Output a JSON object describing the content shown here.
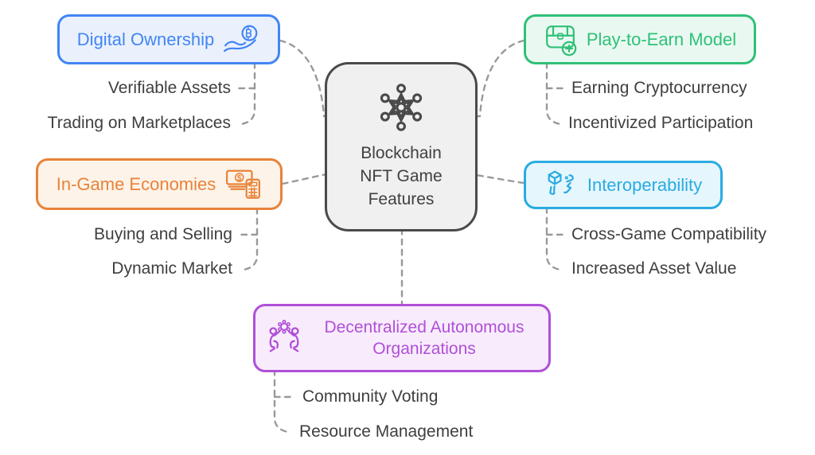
{
  "style": {
    "connector_color": "#999999",
    "center_border": "#4A4A4A",
    "center_fill": "#F0F0F0",
    "subtopic_text_color": "#3F3F3F"
  },
  "center": {
    "icon": "network-hub-icon",
    "lines": [
      "Blockchain",
      "NFT Game",
      "Features"
    ]
  },
  "branches": [
    {
      "label": "Digital Ownership",
      "icon": "hand-coin-icon",
      "color": "#4285F4",
      "fill": "#EAF1FD",
      "children": [
        "Verifiable Assets",
        "Trading on Marketplaces"
      ]
    },
    {
      "label": "Play-to-Earn Model",
      "icon": "chest-plus-icon",
      "color": "#30C078",
      "fill": "#E9F9F1",
      "children": [
        "Earning Cryptocurrency",
        "Incentivized Participation"
      ]
    },
    {
      "label": "In-Game Economies",
      "icon": "cash-calculator-icon",
      "color": "#E8833A",
      "fill": "#FDF3E8",
      "children": [
        "Buying and Selling",
        "Dynamic Market"
      ]
    },
    {
      "label": "Interoperability",
      "icon": "cube-link-icon",
      "color": "#29ABE2",
      "fill": "#E6F6FD",
      "children": [
        "Cross-Game Compatibility",
        "Increased Asset Value"
      ]
    },
    {
      "label": "Decentralized Autonomous Organizations",
      "icon": "people-gear-icon",
      "color": "#B04FD8",
      "fill": "#F8ECFC",
      "children": [
        "Community Voting",
        "Resource Management"
      ]
    }
  ]
}
